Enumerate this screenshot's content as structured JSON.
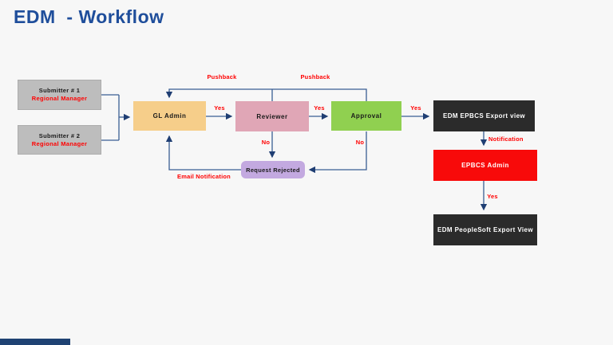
{
  "title": "EDM  - Workflow",
  "nodes": {
    "submitter1": {
      "name": "Submitter # 1",
      "role": "Regional Manager"
    },
    "submitter2": {
      "name": "Submitter # 2",
      "role": "Regional Manager"
    },
    "gl_admin": "GL Admin",
    "reviewer": "Reviewer",
    "approval": "Approval",
    "request_rejected": "Request Rejected",
    "edm_epbcs_export": "EDM EPBCS Export view",
    "epbcs_admin": "EPBCS Admin",
    "edm_peoplesoft_export": "EDM PeopleSoft Export View"
  },
  "labels": {
    "pushback_reviewer": "Pushback",
    "pushback_approval": "Pushback",
    "yes_gl_to_reviewer": "Yes",
    "yes_reviewer_to_approval": "Yes",
    "yes_approval_to_export": "Yes",
    "no_reviewer": "No",
    "no_approval": "No",
    "email_notification": "Email Notification",
    "notification": "Notification",
    "yes_admin_to_peoplesoft": "Yes"
  },
  "colors": {
    "background": "#f7f7f7",
    "title_blue": "#1f4e9b",
    "connector_line": "#3a5e94",
    "arrowhead": "#1f3e73",
    "submitter_gray": "#bdbdbd",
    "gl_admin_tan": "#f6ce8a",
    "reviewer_pink": "#e0a6b6",
    "approval_green": "#90d050",
    "rejected_purple": "#c3a9e0",
    "export_dark": "#2b2b2b",
    "admin_red": "#f80a0a",
    "label_red": "#ff0000",
    "footer_navy": "#1f4273"
  }
}
